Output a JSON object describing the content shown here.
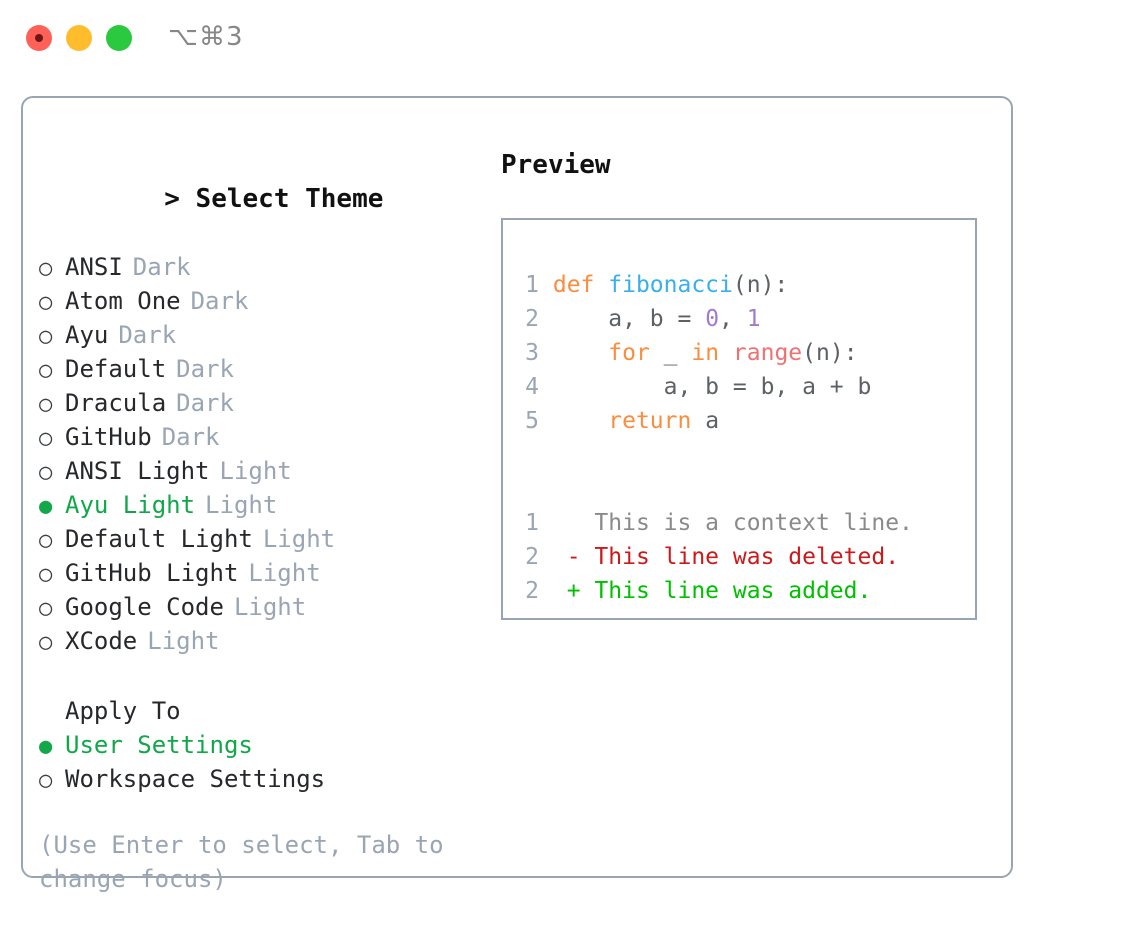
{
  "titlebar": {
    "shortcut": "⌥⌘3",
    "lights": [
      "close",
      "minimize",
      "zoom"
    ]
  },
  "colors": {
    "accent_green": "#11a84a",
    "muted": "#9aa5b4",
    "text": "#26282b",
    "border": "#9aa5b4",
    "kw_orange": "#fa8d3e",
    "fn_blue": "#39afef",
    "num_purple": "#a37acc",
    "call_red": "#f07171",
    "diff_delete": "#cc1a1a",
    "diff_add": "#00c000",
    "diff_context": "#8a8a8a"
  },
  "left": {
    "heading_caret": ">",
    "heading": "Select Theme",
    "themes": [
      {
        "marker": "○",
        "name": "ANSI",
        "tag": "Dark",
        "selected": false
      },
      {
        "marker": "○",
        "name": "Atom One",
        "tag": "Dark",
        "selected": false
      },
      {
        "marker": "○",
        "name": "Ayu",
        "tag": "Dark",
        "selected": false
      },
      {
        "marker": "○",
        "name": "Default",
        "tag": "Dark",
        "selected": false
      },
      {
        "marker": "○",
        "name": "Dracula",
        "tag": "Dark",
        "selected": false
      },
      {
        "marker": "○",
        "name": "GitHub",
        "tag": "Dark",
        "selected": false
      },
      {
        "marker": "○",
        "name": "ANSI Light",
        "tag": "Light",
        "selected": false
      },
      {
        "marker": "●",
        "name": "Ayu Light",
        "tag": "Light",
        "selected": true
      },
      {
        "marker": "○",
        "name": "Default Light",
        "tag": "Light",
        "selected": false
      },
      {
        "marker": "○",
        "name": "GitHub Light",
        "tag": "Light",
        "selected": false
      },
      {
        "marker": "○",
        "name": "Google Code",
        "tag": "Light",
        "selected": false
      },
      {
        "marker": "○",
        "name": "XCode",
        "tag": "Light",
        "selected": false
      }
    ],
    "apply_to_heading": "Apply To",
    "apply_to": [
      {
        "marker": "●",
        "name": "User Settings",
        "selected": true
      },
      {
        "marker": "○",
        "name": "Workspace Settings",
        "selected": false
      }
    ],
    "hint": "(Use Enter to select, Tab to change focus)"
  },
  "preview": {
    "title": "Preview",
    "code_lines": [
      {
        "num": "1",
        "tokens": [
          {
            "t": "def ",
            "c": "kw"
          },
          {
            "t": "fibonacci",
            "c": "fn"
          },
          {
            "t": "(n):",
            "c": "plain"
          }
        ]
      },
      {
        "num": "2",
        "tokens": [
          {
            "t": "    a, b = ",
            "c": "plain"
          },
          {
            "t": "0",
            "c": "num"
          },
          {
            "t": ", ",
            "c": "plain"
          },
          {
            "t": "1",
            "c": "num"
          }
        ]
      },
      {
        "num": "3",
        "tokens": [
          {
            "t": "    ",
            "c": "plain"
          },
          {
            "t": "for",
            "c": "kw"
          },
          {
            "t": " _ ",
            "c": "plain"
          },
          {
            "t": "in",
            "c": "kw"
          },
          {
            "t": " ",
            "c": "plain"
          },
          {
            "t": "range",
            "c": "call"
          },
          {
            "t": "(n):",
            "c": "plain"
          }
        ]
      },
      {
        "num": "4",
        "tokens": [
          {
            "t": "        a, b = b, a + b",
            "c": "plain"
          }
        ]
      },
      {
        "num": "5",
        "tokens": [
          {
            "t": "    ",
            "c": "plain"
          },
          {
            "t": "return",
            "c": "kw"
          },
          {
            "t": " a",
            "c": "plain"
          }
        ]
      }
    ],
    "diff_lines": [
      {
        "num": "1",
        "sign": "  ",
        "text": "This is a context line.",
        "kind": "ctx"
      },
      {
        "num": "2",
        "sign": "- ",
        "text": "This line was deleted.",
        "kind": "del"
      },
      {
        "num": "2",
        "sign": "+ ",
        "text": "This line was added.",
        "kind": "add"
      }
    ]
  }
}
